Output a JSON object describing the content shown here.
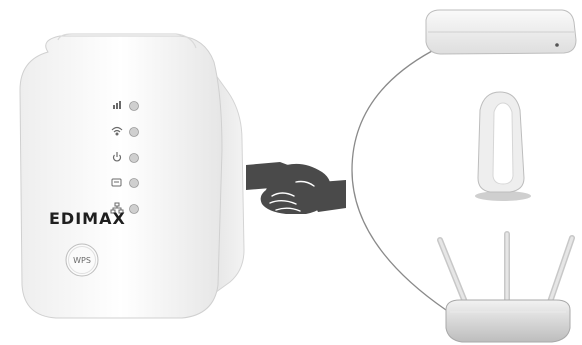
{
  "extender": {
    "brand": "EDIMAX",
    "wps_label": "WPS",
    "led_icons": [
      "signal-strength-icon",
      "wifi-icon",
      "power-icon",
      "wps-status-icon",
      "lan-icon"
    ]
  },
  "devices": [
    "cable-modem",
    "vertical-access-point",
    "tri-antenna-router"
  ],
  "colors": {
    "device_body": "#f4f4f4",
    "device_shadow": "#d8d8d8",
    "connector_line": "#8a8a8a",
    "handshake": "#4a4a4a",
    "brand_text": "#1f1f1f"
  }
}
